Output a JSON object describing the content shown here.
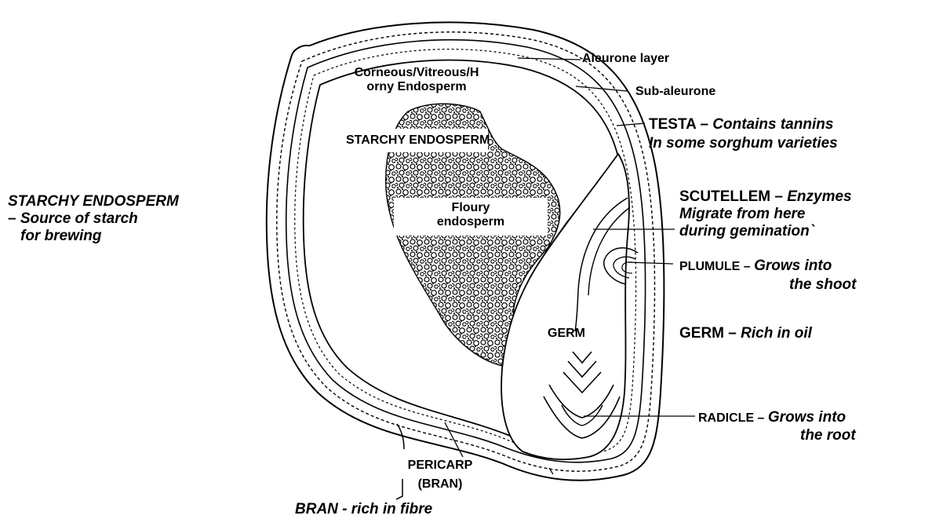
{
  "diagram": {
    "labels": {
      "aleurone": "Aleurone layer",
      "corneous_line1": "Corneous/Vitreous/H",
      "corneous_line2": "orny Endosperm",
      "sub_aleurone": "Sub-aleurone",
      "testa_head": "TESTA – ",
      "testa_desc1": "Contains tannins",
      "testa_desc2": "In some sorghum varieties",
      "starchy_inner": "STARCHY ENDOSPERM",
      "starchy_side_head": "STARCHY ENDOSPERM",
      "starchy_side_desc1": "– Source of starch",
      "starchy_side_desc2": "for brewing",
      "floury_line1": "Floury",
      "floury_line2": "endosperm",
      "scutellem_head": "SCUTELLEM – ",
      "scutellem_desc1": "Enzymes",
      "scutellem_desc2": "Migrate from here",
      "scutellem_desc3": "during gemination`",
      "plumule_head": "PLUMULE – ",
      "plumule_desc1": "Grows into",
      "plumule_desc2": "the shoot",
      "germ_inner": "GERM",
      "germ_side_head": "GERM – ",
      "germ_side_desc": "Rich in oil",
      "radicle_head": "RADICLE – ",
      "radicle_desc1": "Grows into",
      "radicle_desc2": "the root",
      "pericarp_line1": "PERICARP",
      "pericarp_line2": "(BRAN)",
      "bran": "BRAN - rich in fibre"
    }
  }
}
